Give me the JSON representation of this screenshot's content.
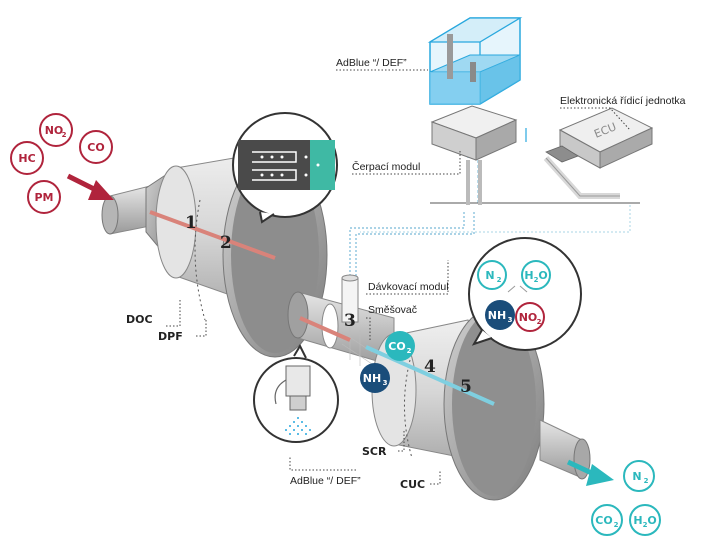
{
  "labels": {
    "adblue_top": "AdBlue “/ DEF”",
    "adblue_bottom": "AdBlue “/ DEF”",
    "ecu_title": "Elektronická řídicí jednotka",
    "ecu_box": "ECU",
    "pump": "Čerpací modul",
    "dosing": "Dávkovací modul",
    "mixer": "Směšovač",
    "doc": "DOC",
    "dpf": "DPF",
    "scr": "SCR",
    "cuc": "CUC"
  },
  "numbers": [
    "1",
    "2",
    "3",
    "4",
    "5"
  ],
  "inlet_gases": [
    {
      "main": "HC",
      "sub": ""
    },
    {
      "main": "NO",
      "sub": "2"
    },
    {
      "main": "CO",
      "sub": ""
    },
    {
      "main": "PM",
      "sub": ""
    }
  ],
  "outlet_gases": [
    {
      "main": "N",
      "sub": "2"
    },
    {
      "main": "CO",
      "sub": "2"
    },
    {
      "main": "H",
      "sub": "2",
      "tail": "O"
    }
  ],
  "mixer_gases": [
    {
      "main": "CO",
      "sub": "2"
    },
    {
      "main": "NH",
      "sub": "3"
    }
  ],
  "reaction_bubble": [
    {
      "main": "N",
      "sub": "2"
    },
    {
      "main": "H",
      "sub": "2",
      "tail": "O"
    },
    {
      "main": "NH",
      "sub": "3"
    },
    {
      "main": "NO",
      "sub": "2"
    }
  ],
  "colors": {
    "inlet": "#b0243c",
    "outlet": "#2bb8bd",
    "ammonia": "#1a4d7a",
    "tank": "#29a8de",
    "body": "#d9d9d9",
    "line_hot": "#d9837a",
    "line_cool": "#7fcfe0"
  }
}
